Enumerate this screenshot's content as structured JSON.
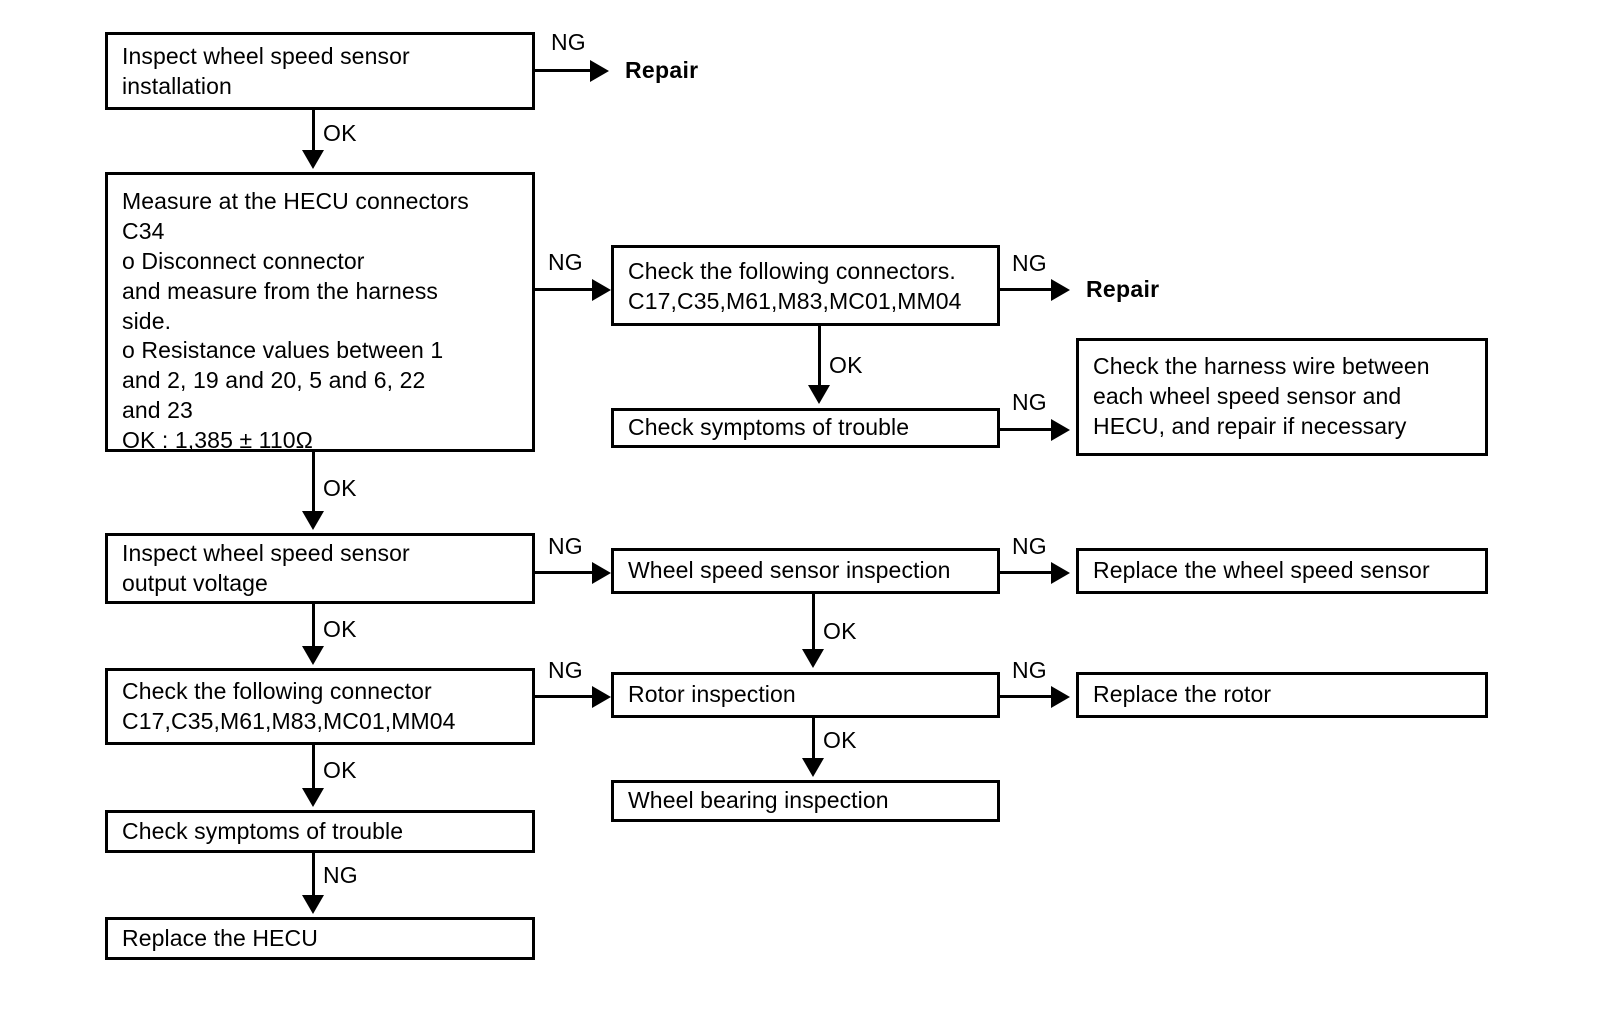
{
  "diagram": {
    "title": "ABS wheel speed sensor troubleshooting flowchart",
    "type": "flowchart",
    "line_color": "#000000",
    "background_color": "#ffffff",
    "text_color": "#000000"
  },
  "nodes": {
    "inspect_installation": "Inspect wheel speed sensor\ninstallation",
    "repair_top": "Repair",
    "measure_hecu": "Measure at the HECU connectors\nC34\no Disconnect connector\n   and measure from the harness\n   side.\no Resistance values between 1\n   and 2, 19 and 20, 5 and 6, 22\n   and 23\n   OK : 1,385 ± 110Ω",
    "check_connectors_mid": "Check the following connectors.\nC17,C35,M61,M83,MC01,MM04",
    "repair_mid": "Repair",
    "check_symptoms_mid": "Check symptoms of trouble",
    "check_harness_wire": "Check the harness wire between\neach wheel speed sensor and\nHECU, and repair if necessary",
    "inspect_output_voltage": "Inspect wheel speed sensor\noutput voltage",
    "wheel_speed_sensor_inspection": "Wheel speed sensor inspection",
    "replace_wheel_speed_sensor": "Replace the wheel speed sensor",
    "check_connector_left": "Check the following connector\nC17,C35,M61,M83,MC01,MM04",
    "rotor_inspection": "Rotor inspection",
    "replace_rotor": "Replace the rotor",
    "check_symptoms_left": "Check symptoms of trouble",
    "wheel_bearing_inspection": "Wheel bearing inspection",
    "replace_hecu": "Replace the HECU"
  },
  "edges": {
    "installation_ng": "NG",
    "installation_ok": "OK",
    "measure_ng": "NG",
    "measure_ok": "OK",
    "connectors_mid_ng": "NG",
    "connectors_mid_ok": "OK",
    "symptoms_mid_ng": "NG",
    "output_voltage_ng": "NG",
    "output_voltage_ok": "OK",
    "sensor_inspection_ng": "NG",
    "sensor_inspection_ok": "OK",
    "connector_left_ng": "NG",
    "connector_left_ok": "OK",
    "rotor_ng": "NG",
    "rotor_ok": "OK",
    "symptoms_left_ng": "NG"
  }
}
